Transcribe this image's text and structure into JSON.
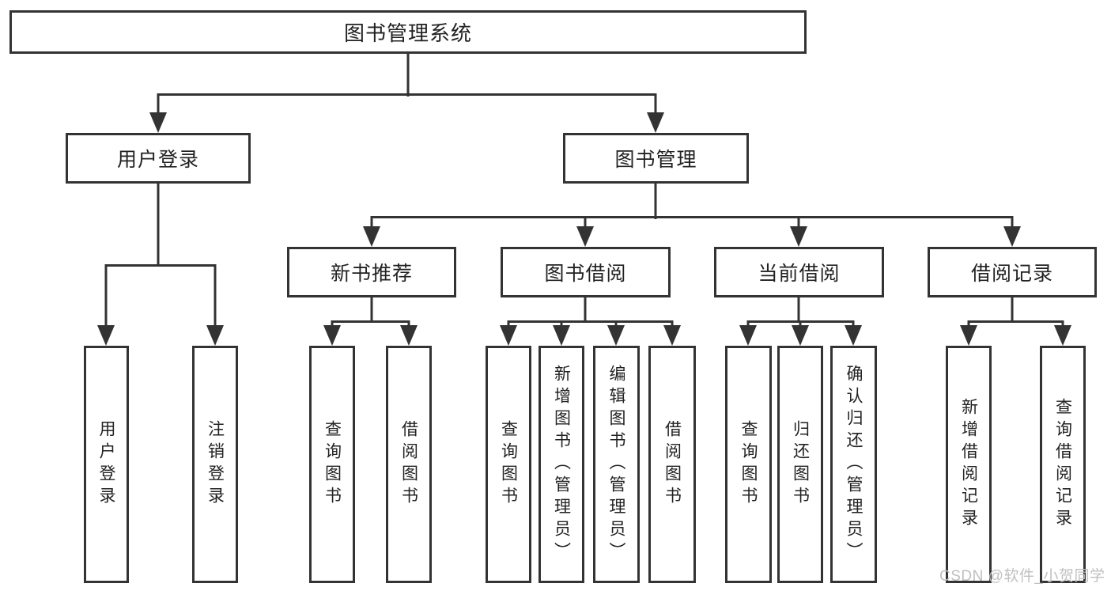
{
  "colors": {
    "line": "#333333",
    "box_border": "#333333",
    "box_background": "#ffffff",
    "text": "#222222",
    "watermark": "#c0c0c0",
    "page_background": "#ffffff"
  },
  "watermark": {
    "text": "CSDN @软件_小贺同学"
  },
  "tree": {
    "root": {
      "label": "图书管理系统"
    },
    "level2": [
      {
        "label": "用户登录"
      },
      {
        "label": "图书管理"
      }
    ],
    "level3": [
      {
        "label": "新书推荐",
        "parent": "图书管理"
      },
      {
        "label": "图书借阅",
        "parent": "图书管理"
      },
      {
        "label": "当前借阅",
        "parent": "图书管理"
      },
      {
        "label": "借阅记录",
        "parent": "图书管理"
      }
    ],
    "leaves": [
      {
        "label": "用户登录",
        "parent": "用户登录"
      },
      {
        "label": "注销登录",
        "parent": "用户登录"
      },
      {
        "label": "查询图书",
        "parent": "新书推荐"
      },
      {
        "label": "借阅图书",
        "parent": "新书推荐"
      },
      {
        "label": "查询图书",
        "parent": "图书借阅"
      },
      {
        "label": "新增图书（管理员）",
        "parent": "图书借阅"
      },
      {
        "label": "编辑图书（管理员）",
        "parent": "图书借阅"
      },
      {
        "label": "借阅图书",
        "parent": "图书借阅"
      },
      {
        "label": "查询图书",
        "parent": "当前借阅"
      },
      {
        "label": "归还图书",
        "parent": "当前借阅"
      },
      {
        "label": "确认归还（管理员）",
        "parent": "当前借阅"
      },
      {
        "label": "新增借阅记录",
        "parent": "借阅记录"
      },
      {
        "label": "查询借阅记录",
        "parent": "借阅记录"
      }
    ]
  }
}
